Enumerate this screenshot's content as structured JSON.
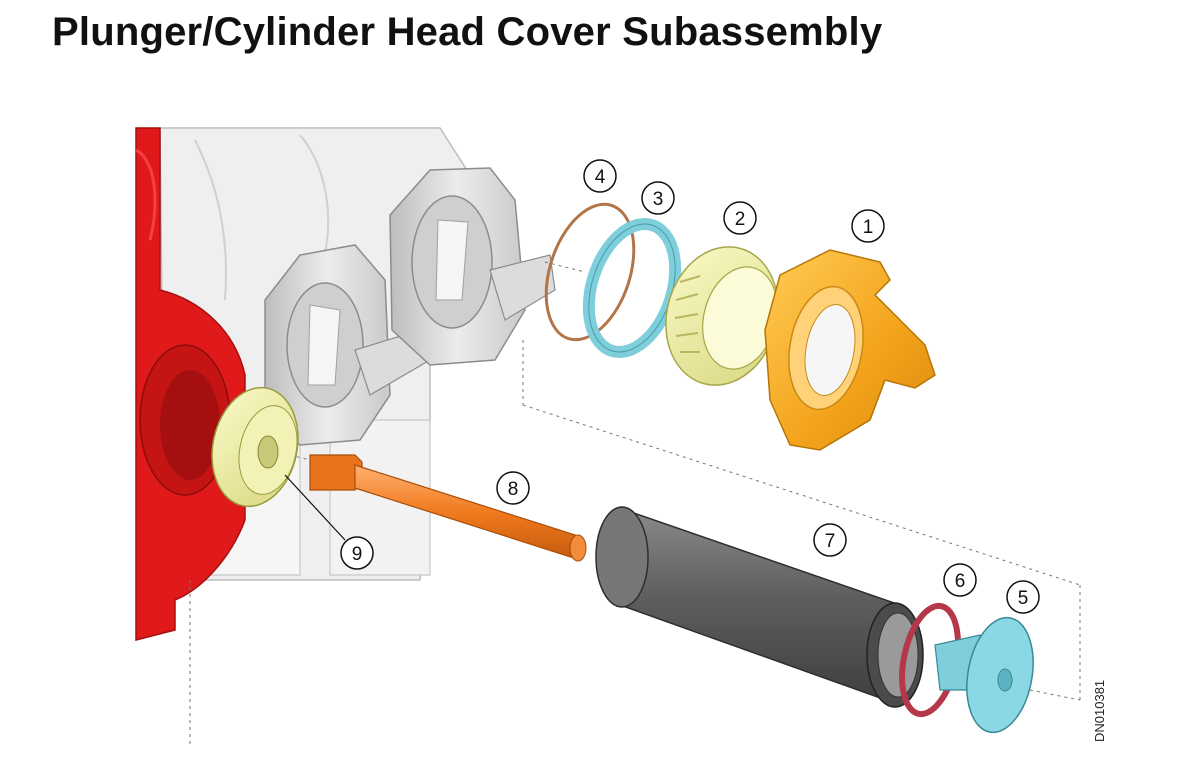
{
  "title": "Plunger/Cylinder Head Cover Subassembly",
  "doc_number": "DN010381",
  "callouts": [
    "1",
    "2",
    "3",
    "4",
    "5",
    "6",
    "7",
    "8",
    "9"
  ],
  "colors": {
    "manifold_red": "#e01a1a",
    "body_gray": "#d8d8d8",
    "ring_orange": "#f3a21a",
    "ring_yellow": "#eeee98",
    "seal_blue": "#7ecfdb",
    "oring_brown": "#b27548",
    "plunger_orange": "#f07a1e",
    "cylinder_gray": "#5e5e5e",
    "oring_red": "#b5374a",
    "collar_yellow": "#eee89a"
  }
}
